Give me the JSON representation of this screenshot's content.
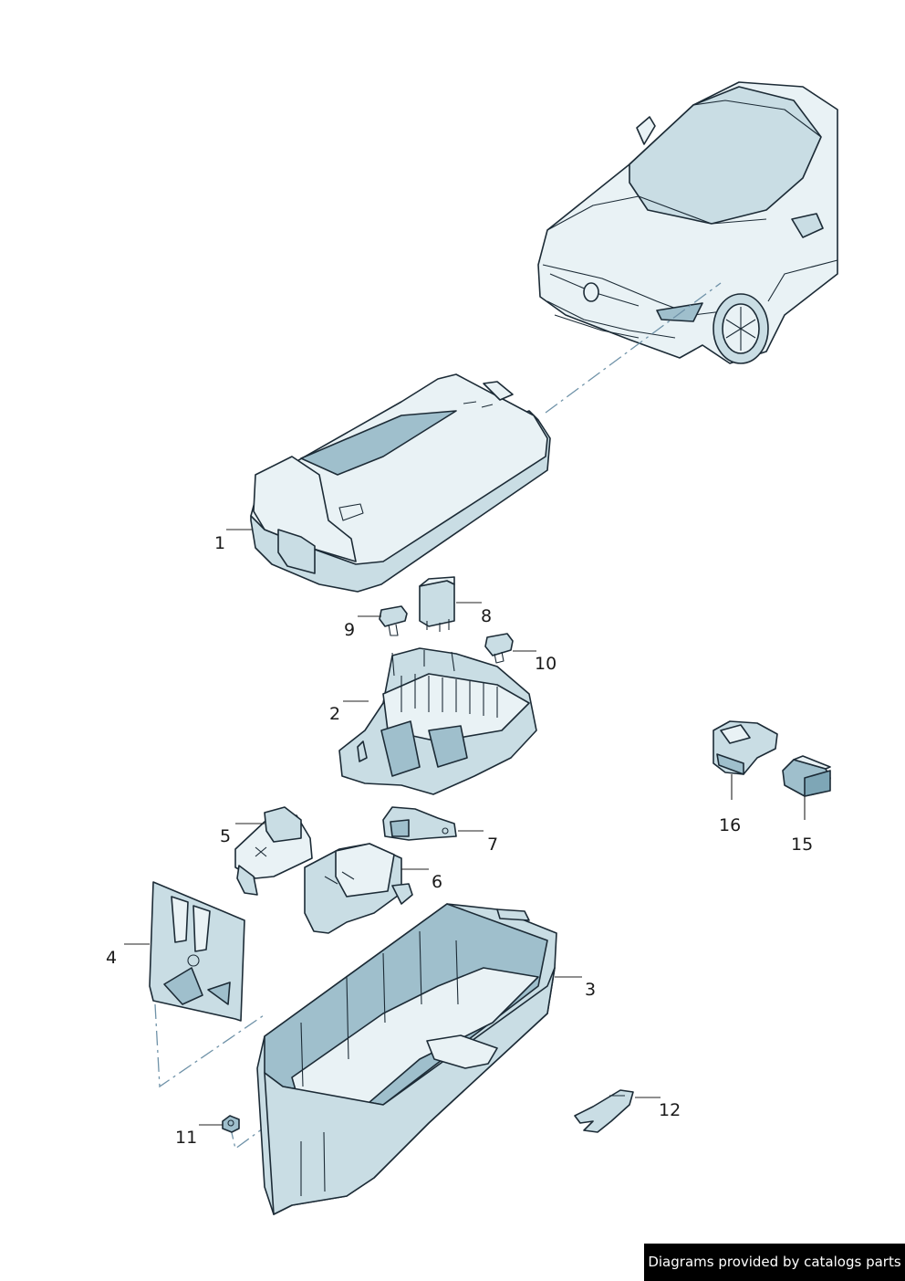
{
  "diagram": {
    "callouts": [
      {
        "id": "1",
        "text": "1"
      },
      {
        "id": "2",
        "text": "2"
      },
      {
        "id": "3",
        "text": "3"
      },
      {
        "id": "4",
        "text": "4"
      },
      {
        "id": "5",
        "text": "5"
      },
      {
        "id": "6",
        "text": "6"
      },
      {
        "id": "7",
        "text": "7"
      },
      {
        "id": "8",
        "text": "8"
      },
      {
        "id": "9",
        "text": "9"
      },
      {
        "id": "10",
        "text": "10"
      },
      {
        "id": "11",
        "text": "11"
      },
      {
        "id": "12",
        "text": "12"
      },
      {
        "id": "15",
        "text": "15"
      },
      {
        "id": "16",
        "text": "16"
      }
    ],
    "colors": {
      "outline": "#1c2b36",
      "fill_light": "#e9f2f5",
      "fill_mid": "#c9dde4",
      "fill_dark": "#9fbfcc",
      "dash_line": "#6f92a8"
    }
  },
  "footer": {
    "text": "Diagrams provided by catalogs parts"
  }
}
